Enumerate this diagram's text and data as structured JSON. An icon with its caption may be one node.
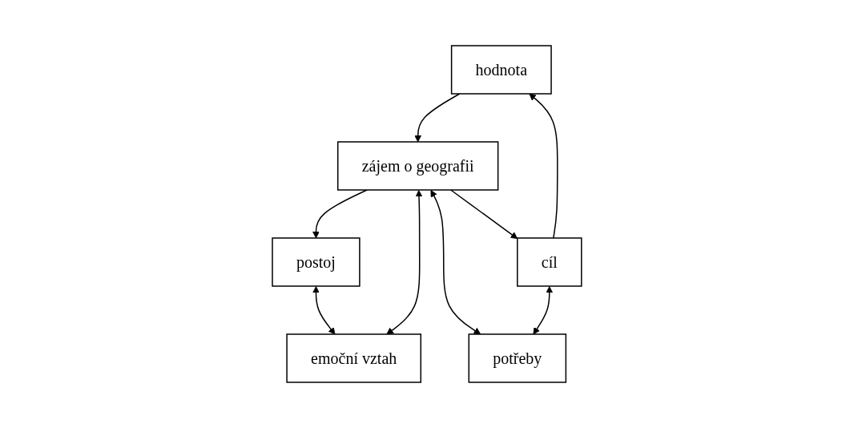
{
  "diagram": {
    "nodes": [
      {
        "text": [
          "hodnota"
        ]
      },
      {
        "text": [
          "postoj"
        ]
      },
      {
        "text": [
          "zájem o geografii"
        ]
      },
      {
        "text": [
          "cíl"
        ]
      },
      {
        "text": [
          "emoční vztah"
        ]
      },
      {
        "text": [
          "potřeby"
        ]
      }
    ],
    "edges": [
      {
        "from": 0,
        "to": 2,
        "arrow": "to"
      },
      {
        "from": 2,
        "to": 1,
        "arrow": "to"
      },
      {
        "from": 1,
        "to": 4,
        "arrow": "both"
      },
      {
        "from": 2,
        "to": 4,
        "arrow": "both"
      },
      {
        "from": 2,
        "to": 3,
        "arrow": "to"
      },
      {
        "from": 3,
        "to": 0,
        "arrow": "to"
      },
      {
        "from": 2,
        "to": 5,
        "arrow": "both"
      },
      {
        "from": 3,
        "to": 5,
        "arrow": "both"
      }
    ]
  }
}
